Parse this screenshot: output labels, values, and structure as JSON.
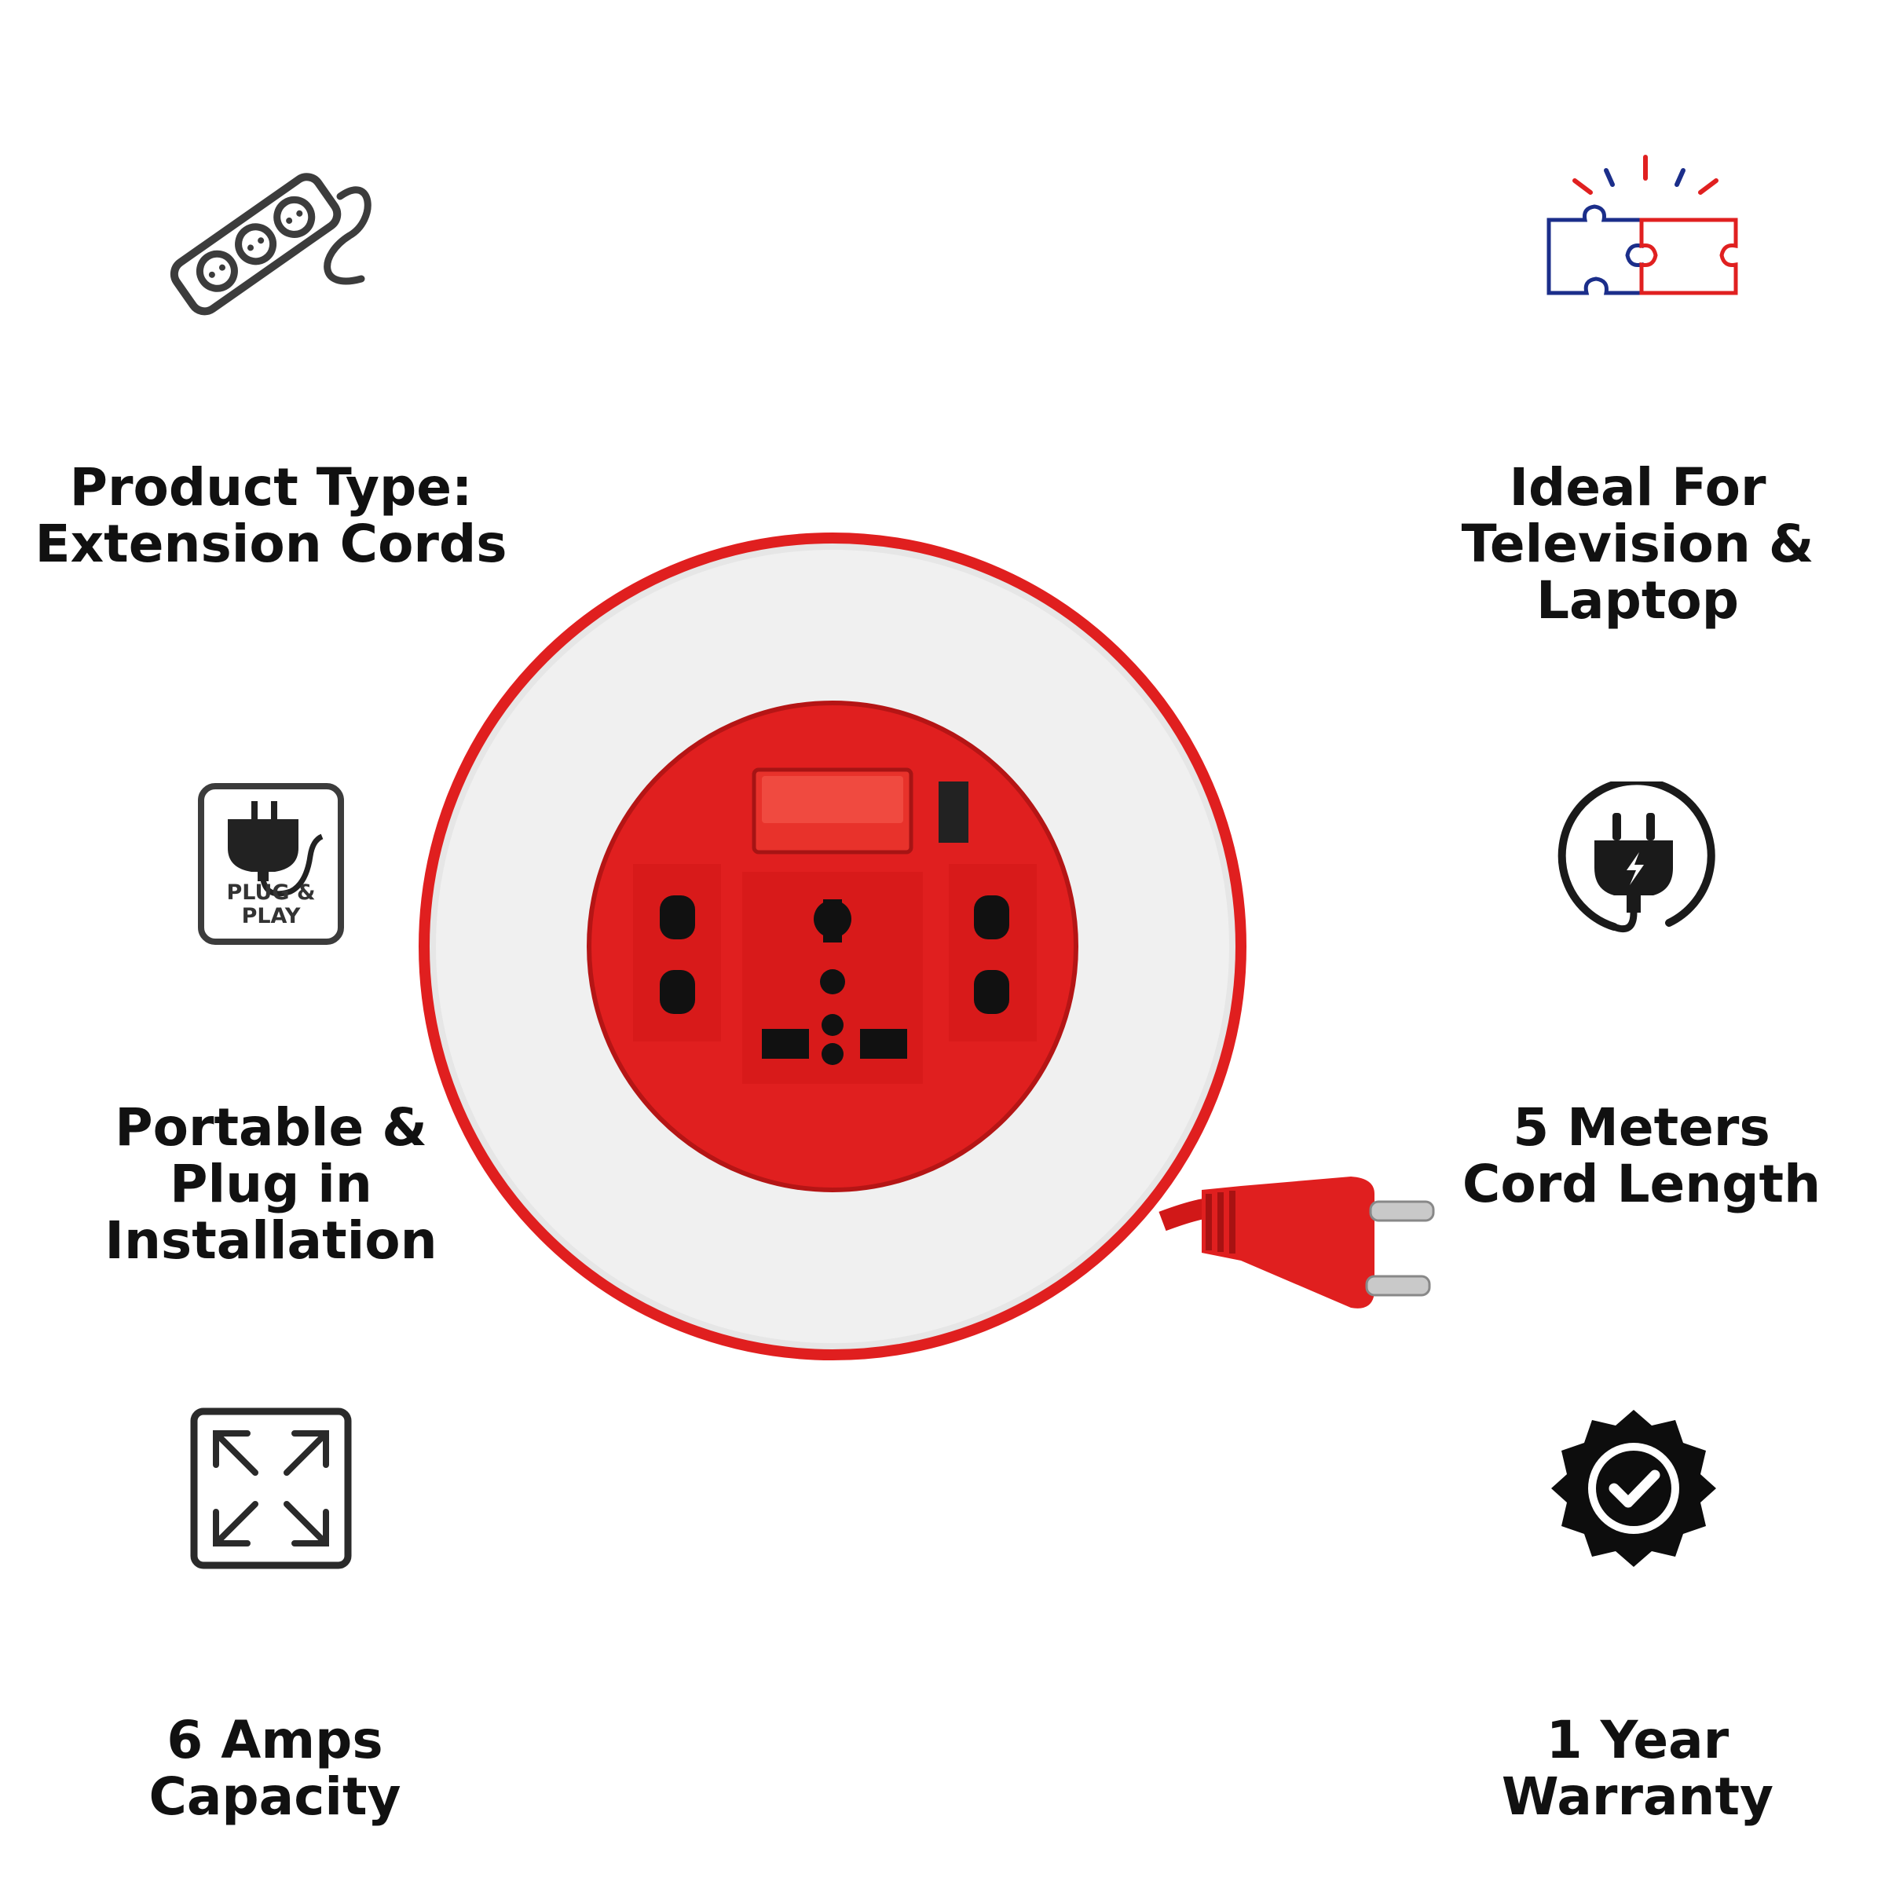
{
  "features": {
    "product_type": {
      "lines": [
        "Product Type:",
        "Extension Cords"
      ],
      "icon": "power-strip-icon"
    },
    "ideal_for": {
      "lines": [
        "Ideal For",
        "Television &",
        "Laptop"
      ],
      "icon": "puzzle-icon"
    },
    "installation": {
      "lines": [
        "Portable &",
        "Plug in",
        "Installation"
      ],
      "icon": "plug-and-play-icon",
      "badge_lines": [
        "PLUG &",
        "PLAY"
      ]
    },
    "cord_length": {
      "lines": [
        "5 Meters",
        "Cord Length"
      ],
      "icon": "power-plug-icon"
    },
    "capacity": {
      "lines": [
        "6 Amps",
        "Capacity"
      ],
      "icon": "expand-arrows-icon"
    },
    "warranty": {
      "lines": [
        "1 Year",
        "Warranty"
      ],
      "icon": "warranty-badge-icon"
    }
  },
  "colors": {
    "text": "#111111",
    "icon_stroke": "#3c3c3c",
    "product_red": "#e01f1f",
    "product_white": "#ececec",
    "puzzle_blue": "#1b2e8a",
    "puzzle_red": "#e02020"
  }
}
